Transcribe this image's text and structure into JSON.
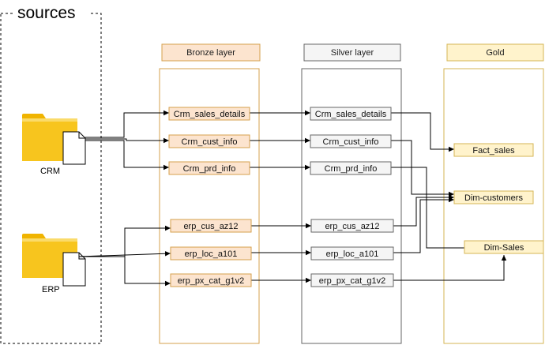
{
  "sources": {
    "title": "sources",
    "crm_label": "CRM",
    "erp_label": "ERP"
  },
  "layers": {
    "bronze": "Bronze layer",
    "silver": "Silver layer",
    "gold": "Gold"
  },
  "bronze_tables": [
    "Crm_sales_details",
    "Crm_cust_info",
    "Crm_prd_info",
    "erp_cus_az12",
    "erp_loc_a101",
    "erp_px_cat_g1v2"
  ],
  "silver_tables": [
    "Crm_sales_details",
    "Crm_cust_info",
    "Crm_prd_info",
    "erp_cus_az12",
    "erp_loc_a101",
    "erp_px_cat_g1v2"
  ],
  "gold_tables": [
    "Fact_sales",
    "Dim-customers",
    "Dim-Sales"
  ],
  "colors": {
    "bronze_fill": "#fce4cf",
    "bronze_stroke": "#d6a04e",
    "silver_fill": "#f5f5f5",
    "silver_stroke": "#666666",
    "gold_fill": "#fff3cc",
    "gold_stroke": "#d6b656",
    "folder": "#f7c51e"
  }
}
